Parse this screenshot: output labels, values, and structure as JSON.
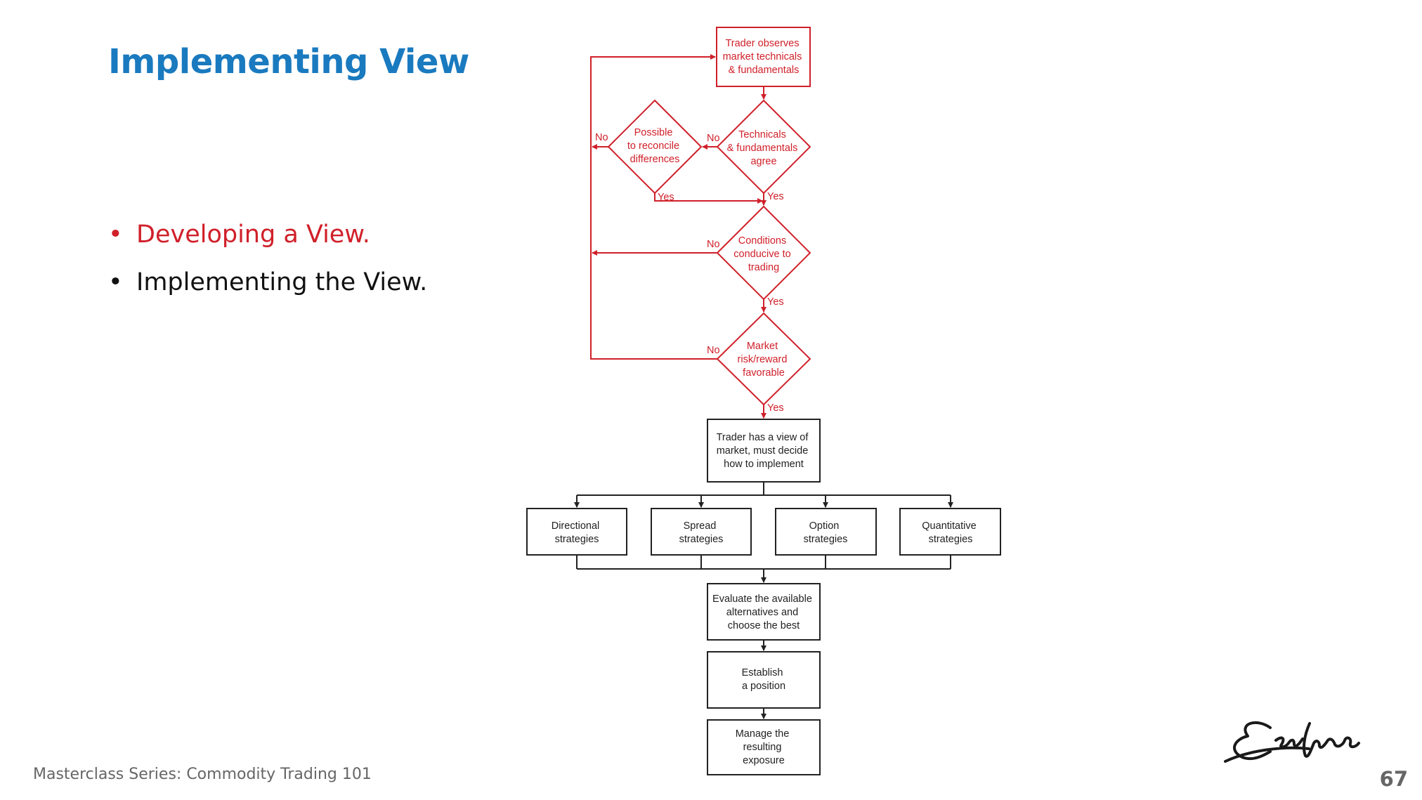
{
  "slide": {
    "title": "Implementing View",
    "bullets": [
      "Developing a View.",
      "Implementing the View."
    ],
    "footer": "Masterclass Series: Commodity Trading 101",
    "page_number": "67",
    "logo": "Erasmus"
  },
  "colors": {
    "title": "#1a7abf",
    "highlight": "#d0202a",
    "text": "#111111",
    "footer": "#666666"
  },
  "flowchart": {
    "observe": [
      "Trader observes",
      "market technicals",
      "& fundamentals"
    ],
    "agree": [
      "Technicals",
      "& fundamentals",
      "agree"
    ],
    "reconcile": [
      "Possible",
      "to reconcile",
      "differences"
    ],
    "conditions": [
      "Conditions",
      "conducive to",
      "trading"
    ],
    "riskreward": [
      "Market",
      "risk/reward",
      "favorable"
    ],
    "view": [
      "Trader has a view of",
      "market, must decide",
      "how to implement"
    ],
    "strategies": [
      [
        "Directional",
        "strategies"
      ],
      [
        "Spread",
        "strategies"
      ],
      [
        "Option",
        "strategies"
      ],
      [
        "Quantitative",
        "strategies"
      ]
    ],
    "evaluate": [
      "Evaluate the available",
      "alternatives and",
      "choose the best"
    ],
    "establish": [
      "Establish",
      "a position"
    ],
    "manage": [
      "Manage the",
      "resulting",
      "exposure"
    ],
    "yes_label": "Yes",
    "no_label": "No"
  }
}
